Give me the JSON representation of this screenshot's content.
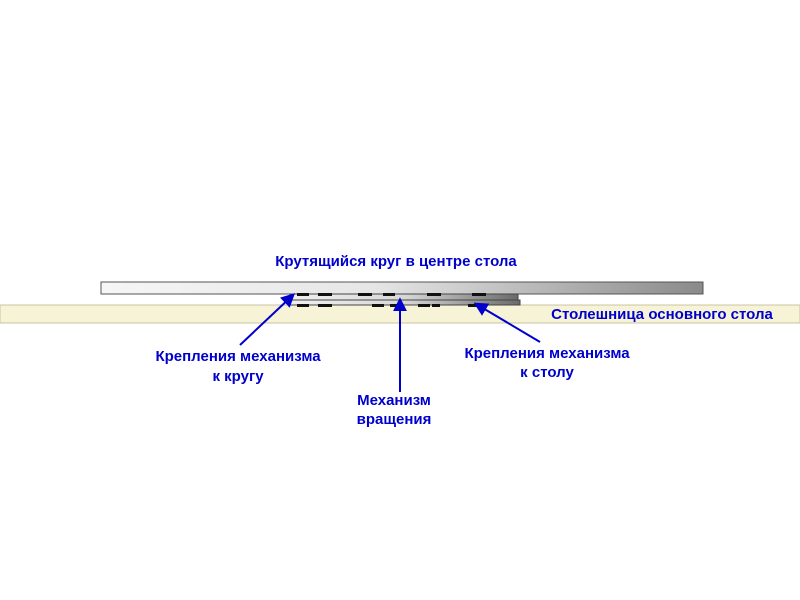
{
  "colors": {
    "label": "#0000cc",
    "tabletop_fill": "#f7f3d6",
    "tabletop_stroke": "#c9c4a0",
    "disk_light": "#f4f4f4",
    "disk_dark": "#8a8a8a",
    "bolt": "#111111"
  },
  "labels": {
    "rotating_disk": "Крутящийся круг в центре стола",
    "tabletop": "Столешница основного стола",
    "mount_to_disk_line1": "Крепления механизма",
    "mount_to_disk_line2": "к кругу",
    "mechanism_line1": "Механизм",
    "mechanism_line2": "вращения",
    "mount_to_table_line1": "Крепления механизма",
    "mount_to_table_line2": "к столу"
  }
}
